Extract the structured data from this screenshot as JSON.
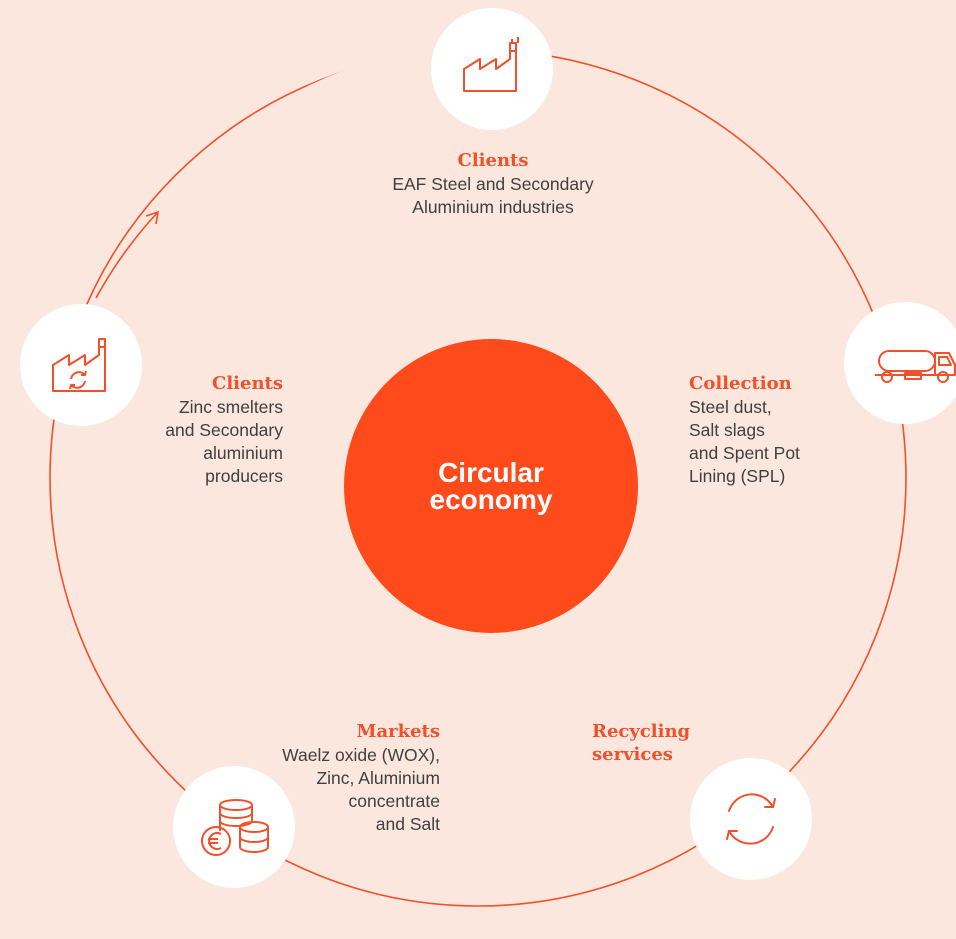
{
  "colors": {
    "background": "#fbe7dd",
    "accent": "#ff4a1c",
    "heading": "#f0502a",
    "text": "#404040",
    "node_fill": "#ffffff"
  },
  "center": {
    "line1": "Circular",
    "line2": "economy"
  },
  "nodes": {
    "top": {
      "icon": "factory-icon"
    },
    "right": {
      "icon": "truck-icon"
    },
    "bottom_right": {
      "icon": "recycle-arrows-icon"
    },
    "bottom_left": {
      "icon": "euro-coins-icon"
    },
    "left": {
      "icon": "factory-recycle-icon"
    }
  },
  "labels": {
    "clients_top": {
      "heading": "Clients",
      "lines": [
        "EAF Steel and Secondary",
        "Aluminium industries"
      ]
    },
    "collection": {
      "heading": "Collection",
      "lines": [
        "Steel dust,",
        "Salt slags",
        "and Spent Pot",
        "Lining (SPL)"
      ]
    },
    "recycling": {
      "heading_lines": [
        "Recycling",
        "services"
      ]
    },
    "markets": {
      "heading": "Markets",
      "lines": [
        "Waelz oxide (WOX),",
        "Zinc, Aluminium",
        "concentrate",
        "and Salt"
      ]
    },
    "clients_left": {
      "heading": "Clients",
      "lines": [
        "Zinc smelters",
        "and Secondary",
        "aluminium",
        "producers"
      ]
    }
  }
}
